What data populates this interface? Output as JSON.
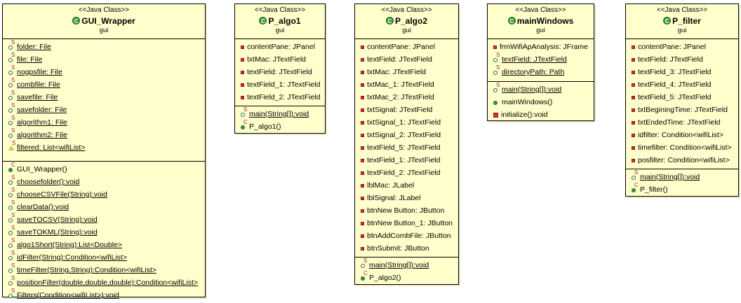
{
  "stereotype": "<<Java Class>>",
  "classes": {
    "gui_wrapper": {
      "name": "GUI_Wrapper",
      "package": "gui",
      "fields": [
        {
          "text": "folder: File",
          "kind": "pub-static"
        },
        {
          "text": "file: File",
          "kind": "pub-static"
        },
        {
          "text": "nogpsfile: File",
          "kind": "pub-static"
        },
        {
          "text": "combfile: File",
          "kind": "pub-static"
        },
        {
          "text": "savefile: File",
          "kind": "pub-static"
        },
        {
          "text": "savefolder: File",
          "kind": "pub-static"
        },
        {
          "text": "algorithm1: File",
          "kind": "pub-static"
        },
        {
          "text": "algorithm2: File",
          "kind": "pub-static"
        },
        {
          "text": "filtered: List<wifiList>",
          "kind": "prot-static"
        }
      ],
      "methods": [
        {
          "text": "GUI_Wrapper()",
          "kind": "ctor"
        },
        {
          "text": "choosefolder():void",
          "kind": "pub-static"
        },
        {
          "text": "chooseCSVFile(String):void",
          "kind": "pub-static"
        },
        {
          "text": "clearData():void",
          "kind": "pub-static"
        },
        {
          "text": "saveTOCSV(String):void",
          "kind": "pub-static"
        },
        {
          "text": "saveTOKML(String):void",
          "kind": "pub-static"
        },
        {
          "text": "algo1Short(String):List<Double>",
          "kind": "pub-static"
        },
        {
          "text": "idFilter(String):Condition<wifiList>",
          "kind": "pub-static"
        },
        {
          "text": "timeFilter(String,String):Condition<wifiList>",
          "kind": "pub-static"
        },
        {
          "text": "positionFilter(double,double,double):Condition<wifiList>",
          "kind": "pub-static"
        },
        {
          "text": "Filters(Condition<wifiList>):void",
          "kind": "pub-static"
        }
      ]
    },
    "p_algo1": {
      "name": "P_algo1",
      "package": "gui",
      "fields": [
        {
          "text": "contentPane: JPanel",
          "kind": "priv"
        },
        {
          "text": "txtMac: JTextField",
          "kind": "priv"
        },
        {
          "text": "textField: JTextField",
          "kind": "priv"
        },
        {
          "text": "textField_1: JTextField",
          "kind": "priv"
        },
        {
          "text": "textField_2: JTextField",
          "kind": "priv"
        }
      ],
      "methods": [
        {
          "text": "main(String[]):void",
          "kind": "pub-static"
        },
        {
          "text": "P_algo1()",
          "kind": "ctor"
        }
      ]
    },
    "p_algo2": {
      "name": "P_algo2",
      "package": "gui",
      "fields": [
        {
          "text": "contentPane: JPanel",
          "kind": "priv"
        },
        {
          "text": "textField: JTextField",
          "kind": "priv"
        },
        {
          "text": "txtMac: JTextField",
          "kind": "priv"
        },
        {
          "text": "txtMac_1: JTextField",
          "kind": "priv"
        },
        {
          "text": "txtMac_2: JTextField",
          "kind": "priv"
        },
        {
          "text": "txtSignal: JTextField",
          "kind": "priv"
        },
        {
          "text": "txtSignal_1: JTextField",
          "kind": "priv"
        },
        {
          "text": "txtSignal_2: JTextField",
          "kind": "priv"
        },
        {
          "text": "textField_5: JTextField",
          "kind": "priv"
        },
        {
          "text": "textField_1: JTextField",
          "kind": "priv"
        },
        {
          "text": "textField_2: JTextField",
          "kind": "priv"
        },
        {
          "text": "lblMac: JLabel",
          "kind": "priv"
        },
        {
          "text": "lblSignal: JLabel",
          "kind": "priv"
        },
        {
          "text": "btnNew Button: JButton",
          "kind": "priv"
        },
        {
          "text": "btnNew Button_1: JButton",
          "kind": "priv"
        },
        {
          "text": "btnAddCombFile: JButton",
          "kind": "priv"
        },
        {
          "text": "btnSubmit: JButton",
          "kind": "priv"
        }
      ],
      "methods": [
        {
          "text": "main(String[]):void",
          "kind": "pub-static"
        },
        {
          "text": "P_algo2()",
          "kind": "ctor"
        }
      ]
    },
    "mainwindows": {
      "name": "mainWindows",
      "package": "gui",
      "fields": [
        {
          "text": "frmWifiApAnalysis: JFrame",
          "kind": "priv"
        },
        {
          "text": "textField: JTextField",
          "kind": "pub-static"
        },
        {
          "text": "directoryPath: Path",
          "kind": "pub-static"
        }
      ],
      "methods": [
        {
          "text": "main(String[]):void",
          "kind": "pub-static"
        },
        {
          "text": "mainWindows()",
          "kind": "pub"
        },
        {
          "text": "initialize():void",
          "kind": "priv-lg"
        }
      ]
    },
    "p_filter": {
      "name": "P_filter",
      "package": "gui",
      "fields": [
        {
          "text": "contentPane: JPanel",
          "kind": "priv"
        },
        {
          "text": "textField: JTextField",
          "kind": "priv"
        },
        {
          "text": "textField_3: JTextField",
          "kind": "priv"
        },
        {
          "text": "textField_4: JTextField",
          "kind": "priv"
        },
        {
          "text": "textField_5: JTextField",
          "kind": "priv"
        },
        {
          "text": "txtBeginingTime: JTextField",
          "kind": "priv"
        },
        {
          "text": "txtEndedTime: JTextField",
          "kind": "priv"
        },
        {
          "text": "idfilter: Condition<wifiList>",
          "kind": "priv"
        },
        {
          "text": "timefilter: Condition<wifiList>",
          "kind": "priv"
        },
        {
          "text": "posfilter: Condition<wifiList>",
          "kind": "priv"
        }
      ],
      "methods": [
        {
          "text": "main(String[]):void",
          "kind": "pub-static"
        },
        {
          "text": "P_filter()",
          "kind": "ctor"
        }
      ]
    }
  }
}
